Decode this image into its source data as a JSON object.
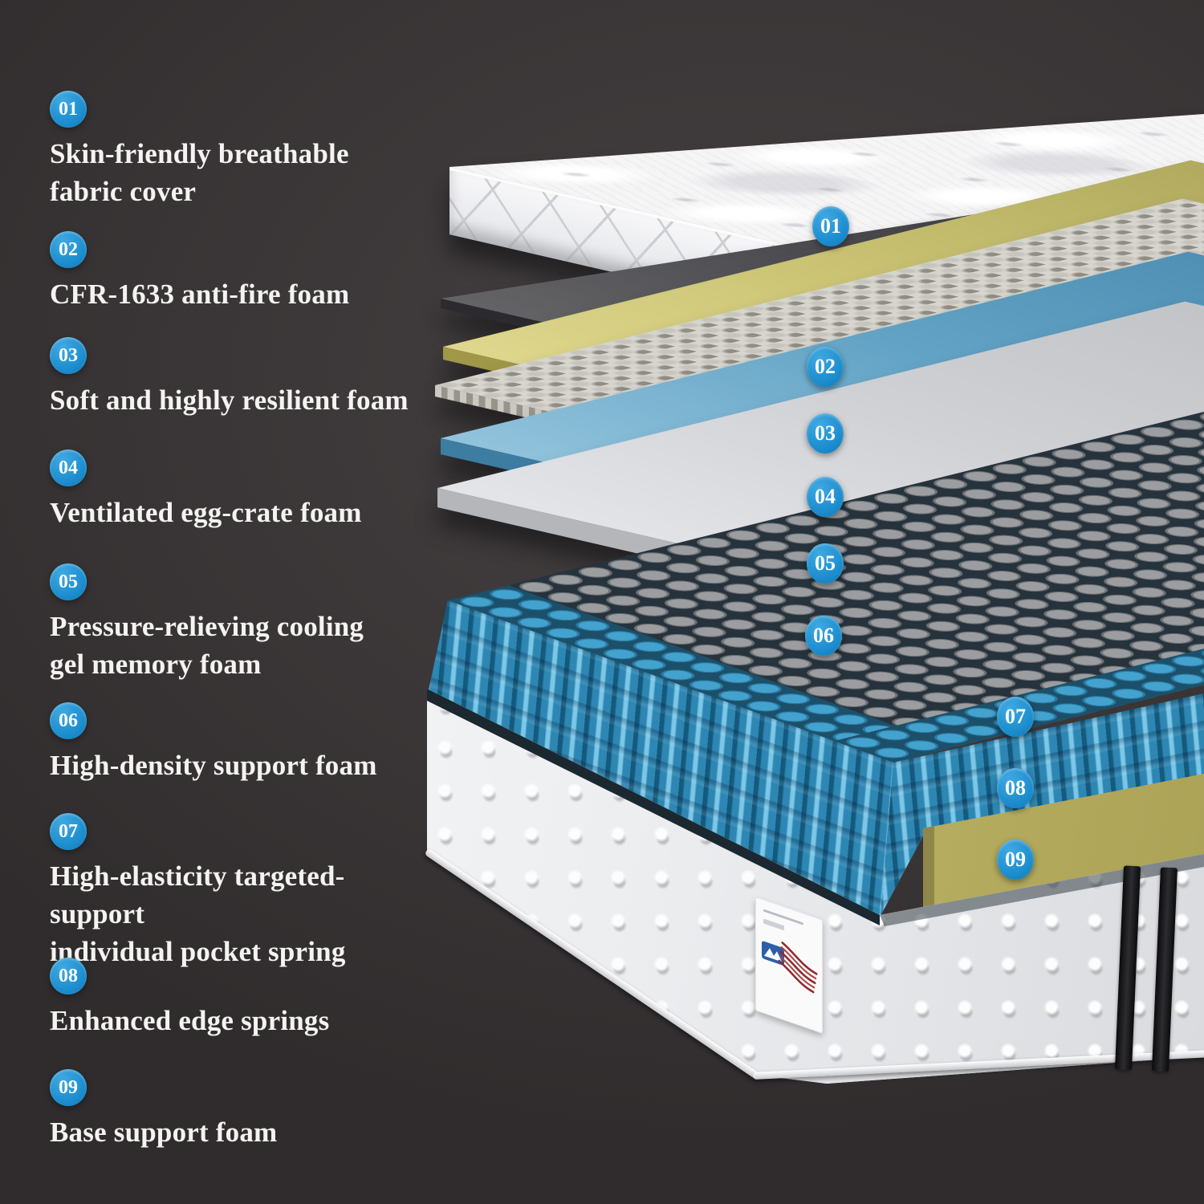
{
  "palette": {
    "background": "#3a3637",
    "badge_blue": "#1b8ccd",
    "text_white": "#f4f3f1",
    "anti_fire_foam_gray": "#4a4a4e",
    "resilient_foam_yellow": "#cac272",
    "egg_crate_gray": "#d7d5cf",
    "gel_memory_foam_blue": "#63a3c5",
    "support_foam_white": "#cfd0d4",
    "pocket_spring_blue": "#2e86b2",
    "spring_top_gray": "#9b9da0",
    "base_support_foam_yellow": "#bfb667",
    "fabric_white": "#f5f5f6"
  },
  "legend": {
    "items": [
      {
        "num": "01",
        "label": "Skin-friendly breathable\nfabric cover"
      },
      {
        "num": "02",
        "label": "CFR-1633 anti-fire foam"
      },
      {
        "num": "03",
        "label": "Soft and highly resilient foam"
      },
      {
        "num": "04",
        "label": "Ventilated egg-crate foam"
      },
      {
        "num": "05",
        "label": "Pressure-relieving cooling\ngel memory foam"
      },
      {
        "num": "06",
        "label": "High-density support foam"
      },
      {
        "num": "07",
        "label": "High-elasticity targeted-support\nindividual pocket spring"
      },
      {
        "num": "08",
        "label": "Enhanced edge springs"
      },
      {
        "num": "09",
        "label": "Base support foam"
      }
    ]
  },
  "diagram": {
    "badges": [
      "01",
      "02",
      "03",
      "04",
      "05",
      "06",
      "07",
      "08",
      "09"
    ]
  }
}
